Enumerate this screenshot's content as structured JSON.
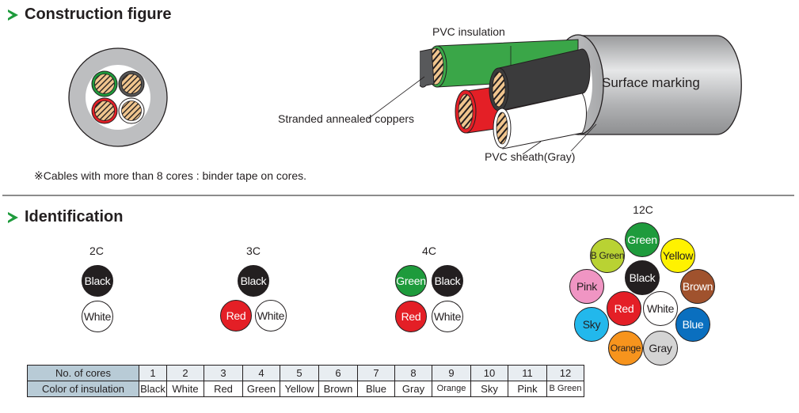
{
  "construction": {
    "title": "Construction figure",
    "labels": {
      "pvc_insulation": "PVC insulation",
      "stranded_coppers": "Stranded annealed coppers",
      "surface_marking": "Surface marking",
      "pvc_sheath": "PVC sheath(Gray)"
    },
    "note": "※Cables with more than 8 cores : binder tape on cores.",
    "cross_section_cores": [
      {
        "position": "top-left",
        "color": "#1e9b3c"
      },
      {
        "position": "top-right",
        "color": "#555555"
      },
      {
        "position": "bottom-left",
        "color": "#e41f26"
      },
      {
        "position": "bottom-right",
        "color": "#ffffff"
      }
    ]
  },
  "identification": {
    "title": "Identification",
    "groups": [
      {
        "title": "2C",
        "cores": [
          {
            "label": "Black",
            "fill": "#231f20",
            "text": "#ffffff"
          },
          {
            "label": "White",
            "fill": "#ffffff",
            "text": "#231f20"
          }
        ]
      },
      {
        "title": "3C",
        "cores": [
          {
            "label": "Black",
            "fill": "#231f20",
            "text": "#ffffff"
          },
          {
            "label": "Red",
            "fill": "#e41f26",
            "text": "#ffffff"
          },
          {
            "label": "White",
            "fill": "#ffffff",
            "text": "#231f20"
          }
        ]
      },
      {
        "title": "4C",
        "cores": [
          {
            "label": "Green",
            "fill": "#1e9b3c",
            "text": "#ffffff"
          },
          {
            "label": "Black",
            "fill": "#231f20",
            "text": "#ffffff"
          },
          {
            "label": "Red",
            "fill": "#e41f26",
            "text": "#ffffff"
          },
          {
            "label": "White",
            "fill": "#ffffff",
            "text": "#231f20"
          }
        ]
      },
      {
        "title": "12C",
        "cores": [
          {
            "label": "Green",
            "fill": "#1e9b3c",
            "text": "#ffffff"
          },
          {
            "label": "B Green",
            "fill": "#b9d233",
            "text": "#231f20"
          },
          {
            "label": "Yellow",
            "fill": "#fff200",
            "text": "#231f20"
          },
          {
            "label": "Black",
            "fill": "#231f20",
            "text": "#ffffff"
          },
          {
            "label": "Pink",
            "fill": "#f095c3",
            "text": "#231f20"
          },
          {
            "label": "Brown",
            "fill": "#a0522d",
            "text": "#ffffff"
          },
          {
            "label": "Red",
            "fill": "#e41f26",
            "text": "#ffffff"
          },
          {
            "label": "White",
            "fill": "#ffffff",
            "text": "#231f20"
          },
          {
            "label": "Sky",
            "fill": "#22b8ec",
            "text": "#231f20"
          },
          {
            "label": "Blue",
            "fill": "#0a6fbf",
            "text": "#ffffff"
          },
          {
            "label": "Orange",
            "fill": "#f7941d",
            "text": "#231f20"
          },
          {
            "label": "Gray",
            "fill": "#d4d4d4",
            "text": "#231f20"
          }
        ]
      }
    ],
    "table": {
      "row_headers": [
        "No. of cores",
        "Color of insulation"
      ],
      "numbers": [
        "1",
        "2",
        "3",
        "4",
        "5",
        "6",
        "7",
        "8",
        "9",
        "10",
        "11",
        "12"
      ],
      "colors": [
        "Black",
        "White",
        "Red",
        "Green",
        "Yellow",
        "Brown",
        "Blue",
        "Gray",
        "Orange",
        "Sky",
        "Pink",
        "B Green"
      ]
    }
  }
}
